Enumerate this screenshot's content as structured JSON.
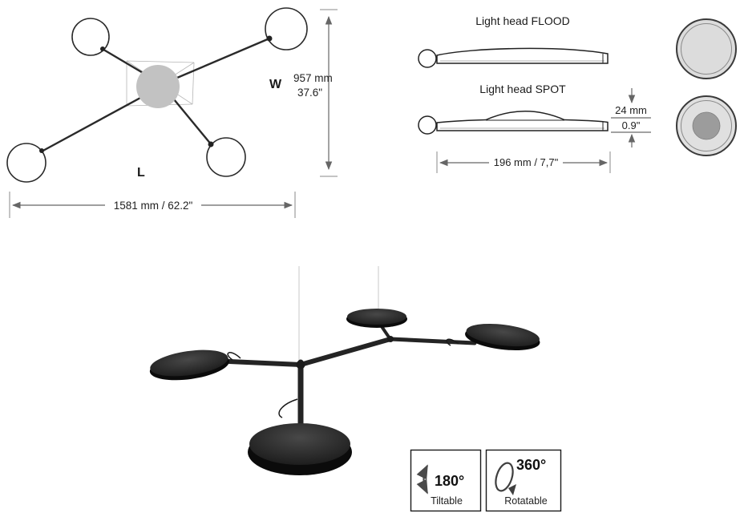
{
  "top_view": {
    "width_letter": "W",
    "width_mm": "957 mm",
    "width_inch": "37.6\"",
    "length_letter": "L",
    "length_dim": "1581 mm / 62.2\""
  },
  "profiles": {
    "flood_label": "Light head  FLOOD",
    "spot_label": "Light head  SPOT",
    "thickness_mm": "24 mm",
    "thickness_inch": "0.9\"",
    "diameter_dim": "196 mm / 7,7\""
  },
  "features": {
    "tilt_angle": "180°",
    "tilt_label": "Tiltable",
    "rotate_angle": "360°",
    "rotate_label": "Rotatable"
  },
  "icons": {
    "tilt": "tilt-double-arrow-icon",
    "rotate": "rotate-loop-arrow-icon"
  },
  "colors": {
    "outline": "#2a2a2a",
    "dim_line": "#666666",
    "hub_fill": "#c2c2c2",
    "head_dark": "#1c1c1c",
    "flood_fill": "#dcdcdc",
    "spot_center_fill": "#9c9c9c",
    "wire": "#c8c8c8"
  }
}
